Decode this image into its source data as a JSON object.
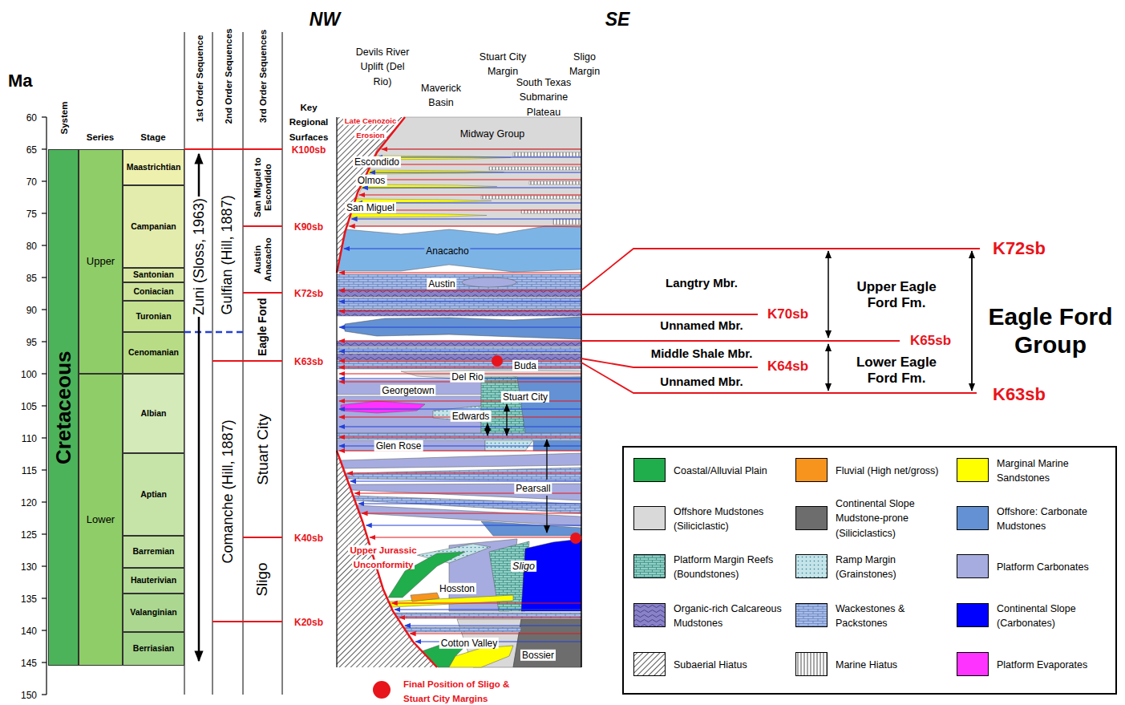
{
  "diagram": {
    "nodes": [
      {
        "text": [
          "Cretaceous"
        ]
      },
      {
        "text": [
          "Upper"
        ]
      },
      {
        "text": [
          "Lower"
        ]
      },
      {
        "text": [
          "Maastrichtian"
        ]
      },
      {
        "text": [
          "Campanian"
        ]
      },
      {
        "text": [
          "Santonian"
        ]
      },
      {
        "text": [
          "Coniacian"
        ]
      },
      {
        "text": [
          "Turonian"
        ]
      },
      {
        "text": [
          "Cenomanian"
        ]
      },
      {
        "text": [
          "Albian"
        ]
      },
      {
        "text": [
          "Aptian"
        ]
      },
      {
        "text": [
          "Barremian"
        ]
      },
      {
        "text": [
          "Hauterivian"
        ]
      },
      {
        "text": [
          "Valanginian"
        ]
      },
      {
        "text": [
          "Berriasian"
        ]
      },
      {
        "text": [
          "Gulfian (Hill, 1887)"
        ]
      },
      {
        "text": [
          "Comanche (Hill, 1887)"
        ]
      },
      {
        "text": [
          "San Miguel to Escondido"
        ]
      },
      {
        "text": [
          "Austin Anacacho"
        ]
      },
      {
        "text": [
          "Eagle Ford"
        ]
      },
      {
        "text": [
          "Stuart City"
        ]
      },
      {
        "text": [
          "Sligo"
        ]
      }
    ],
    "labels": [
      "NW",
      "SE",
      "Ma",
      "60",
      "65",
      "70",
      "75",
      "80",
      "85",
      "90",
      "95",
      "100",
      "105",
      "110",
      "115",
      "120",
      "125",
      "130",
      "135",
      "140",
      "145",
      "150",
      "System",
      "Series",
      "Stage",
      "1st Order Sequence",
      "2nd Order Sequences",
      "3rd Order Sequences",
      "Key Regional Surfaces",
      "Zuni (Sloss, 1963)",
      "K100sb",
      "K90sb",
      "K72sb",
      "K63sb",
      "K40sb",
      "K20sb",
      "Devils River Uplift (Del Rio)",
      "Maverick Basin",
      "Stuart City Margin",
      "Sligo Margin",
      "South Texas Submarine Plateau",
      "Late Cenozoic Erosion",
      "Midway Group",
      "Escondido",
      "Olmos",
      "San Miguel",
      "Anacacho",
      "Austin",
      "Buda",
      "Del Rio",
      "Georgetown",
      "Stuart City",
      "Edwards",
      "Glen Rose",
      "Pearsall",
      "Upper Jurassic Unconformity",
      "Sligo",
      "Hosston",
      "Cotton Valley",
      "Bossier",
      "Final Position of Sligo & Stuart City Margins",
      "Langtry Mbr.",
      "Unnamed Mbr.",
      "Middle Shale Mbr.",
      "Unnamed Mbr.",
      "Upper Eagle Ford Fm.",
      "Lower Eagle Ford Fm.",
      "Eagle Ford Group",
      "K72sb",
      "K70sb",
      "K65sb",
      "K64sb",
      "K63sb"
    ],
    "legend": [
      {
        "text": "Coastal/Alluvial Plain",
        "color": "#1fae4b"
      },
      {
        "text": "Fluvial (High net/gross)",
        "color": "#f7941d"
      },
      {
        "text": "Marginal Marine Sandstones",
        "color": "#ffff00"
      },
      {
        "text": "Offshore Mudstones (Siliciclastic)",
        "color": "#d9d9d9"
      },
      {
        "text": "Continental Slope Mudstone-prone (Siliciclastics)",
        "color": "#6d6d6d"
      },
      {
        "text": "Offshore: Carbonate Mudstones",
        "color": "#6391d3"
      },
      {
        "text": "Platform Margin Reefs (Boundstones)"
      },
      {
        "text": "Ramp Margin (Grainstones)"
      },
      {
        "text": "Platform Carbonates",
        "color": "#a6acdf"
      },
      {
        "text": "Organic-rich Calcareous Mudstones"
      },
      {
        "text": "Wackestones & Packstones"
      },
      {
        "text": "Continental Slope (Carbonates)",
        "color": "#0000ff"
      },
      {
        "text": "Subaerial Hiatus"
      },
      {
        "text": "Marine Hiatus"
      },
      {
        "text": "Platform Evaporates",
        "color": "#ff33ff"
      }
    ]
  }
}
